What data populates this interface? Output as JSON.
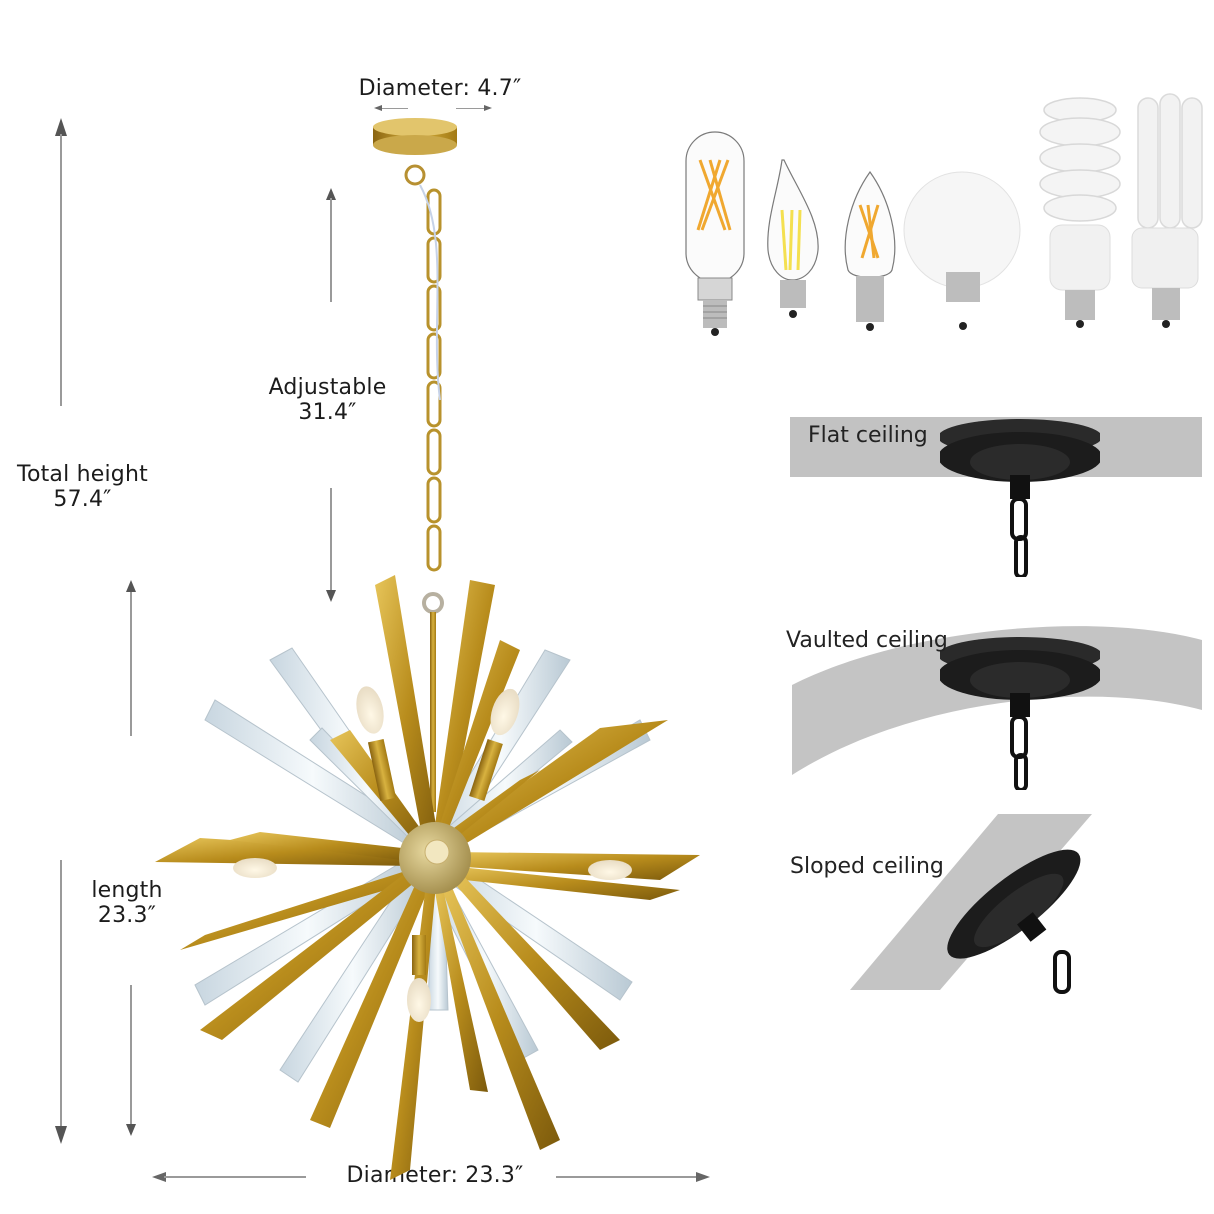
{
  "dimensions": {
    "canopy_diameter": {
      "label": "Diameter",
      "separator": ":",
      "value": "4.7″"
    },
    "adjustable": {
      "label": "Adjustable",
      "value": "31.4″"
    },
    "total_height": {
      "label": "Total height",
      "value": "57.4″"
    },
    "length": {
      "label": "length",
      "value": "23.3″"
    },
    "fixture_diameter": {
      "label": "Diameter",
      "separator": ":",
      "value": "23.3″"
    }
  },
  "bulbs": [
    {
      "name": "t10-filament-bulb",
      "type": "filament-tubular"
    },
    {
      "name": "flame-tip-filament-bulb",
      "type": "filament-flame-tip"
    },
    {
      "name": "candle-filament-bulb",
      "type": "filament-candle"
    },
    {
      "name": "globe-led-bulb",
      "type": "led-globe"
    },
    {
      "name": "spiral-cfl-bulb",
      "type": "cfl-spiral"
    },
    {
      "name": "u-tube-cfl-bulb",
      "type": "cfl-u-tube"
    }
  ],
  "ceilings": [
    {
      "label": "Flat ceiling",
      "type": "flat"
    },
    {
      "label": "Vaulted ceiling",
      "type": "vaulted"
    },
    {
      "label": "Sloped ceiling",
      "type": "sloped"
    }
  ],
  "colors": {
    "gold": "#c9a227",
    "gold_dark": "#8a6a10",
    "crystal": "#dfe8ee",
    "ceiling_gray": "#c2c2c2",
    "canopy_black": "#1e1e1e",
    "dimension_line": "#9a9a9a"
  }
}
